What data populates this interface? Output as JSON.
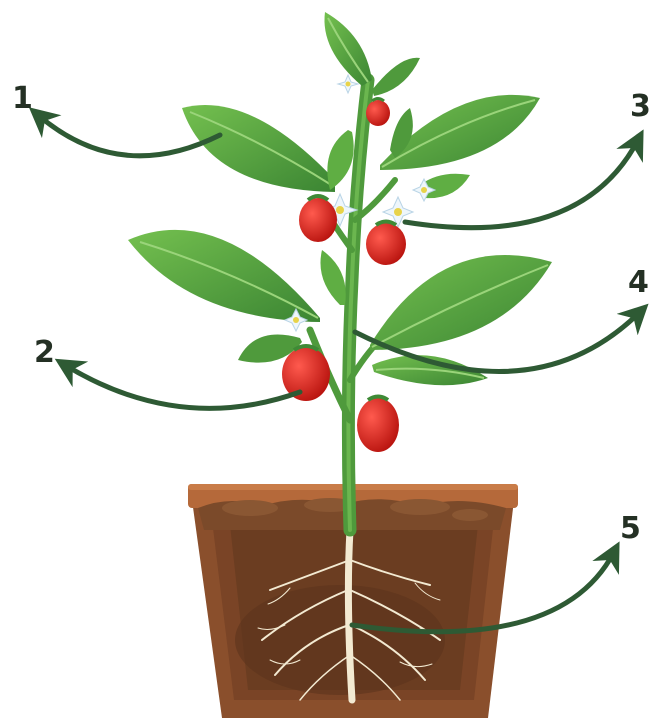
{
  "labels": [
    {
      "id": "1",
      "text": "1"
    },
    {
      "id": "2",
      "text": "2"
    },
    {
      "id": "3",
      "text": "3"
    },
    {
      "id": "4",
      "text": "4"
    },
    {
      "id": "5",
      "text": "5"
    }
  ],
  "colors": {
    "arrow": "#2e5a34",
    "label": "#243024",
    "leaf_dark": "#3f8a36",
    "leaf_light": "#6cbb4a",
    "stem": "#4f9a3c",
    "fruit": "#d8201f",
    "flower": "#eef6fb",
    "pot": "#8a4f2c",
    "pot_rim": "#b5693a",
    "soil": "#6b3d21",
    "root": "#f3ead2"
  },
  "icons": [
    "leaf-icon",
    "flower-icon",
    "fruit-icon",
    "stem-icon",
    "root-icon",
    "pot-icon",
    "arrow-icon"
  ]
}
